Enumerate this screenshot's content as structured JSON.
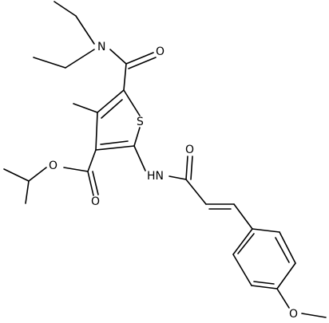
{
  "molecule": {
    "atoms": {
      "N_amide": "N",
      "O_amide": "O",
      "S_ring": "S",
      "O_ester_ether": "O",
      "O_ester_carbonyl": "O",
      "NH": "HN",
      "O_acryl": "O",
      "O_methoxy": "O"
    }
  }
}
